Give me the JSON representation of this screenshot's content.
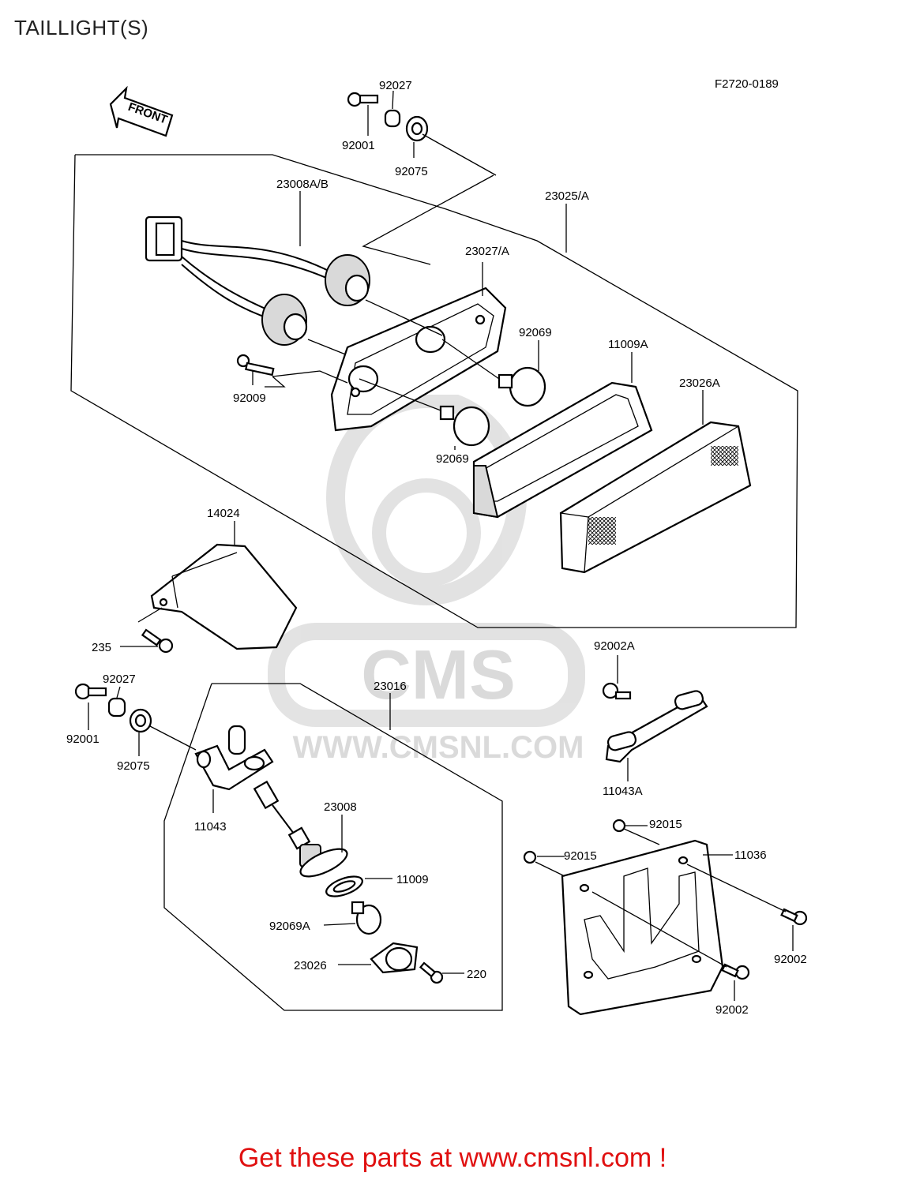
{
  "title": "TAILLIGHT(S)",
  "drawing_code": "F2720-0189",
  "front_label": "FRONT",
  "watermark": {
    "brand": "CMS",
    "url": "WWW.CMSNL.COM"
  },
  "labels": {
    "p92027_top": "92027",
    "p92001_top": "92001",
    "p92075_top": "92075",
    "p23008AB": "23008A/B",
    "p23025A": "23025/A",
    "p23027A": "23027/A",
    "p92069_r": "92069",
    "p11009A": "11009A",
    "p23026A": "23026A",
    "p92009": "92009",
    "p92069_l": "92069",
    "p14024": "14024",
    "p235": "235",
    "p92027_bot": "92027",
    "p92001_bot": "92001",
    "p92075_bot": "92075",
    "p23016": "23016",
    "p11043": "11043",
    "p23008": "23008",
    "p11009": "11009",
    "p92069A": "92069A",
    "p23026": "23026",
    "p220": "220",
    "p92002A": "92002A",
    "p11043A": "11043A",
    "p92015_a": "92015",
    "p92015_b": "92015",
    "p11036": "11036",
    "p92002_a": "92002",
    "p92002_b": "92002"
  },
  "footer": "Get these parts at www.cmsnl.com !",
  "colors": {
    "footer": "#e01010",
    "line": "#000000",
    "watermark": "#b8b8b8"
  }
}
